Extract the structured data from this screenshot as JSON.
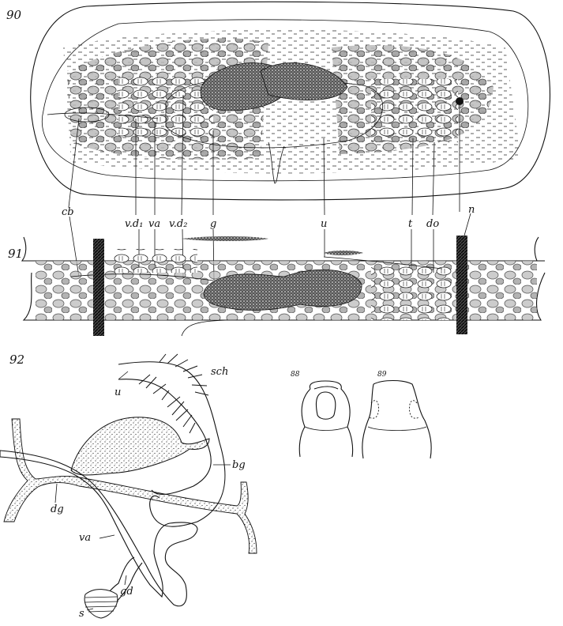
{
  "figures": {
    "fig90": {
      "number": "90",
      "labels": {
        "cb": "cb",
        "vd1": "v.d₁",
        "va": "va",
        "vd2": "v.d₂",
        "g": "g",
        "u": "u",
        "t": "t",
        "do": "do",
        "n": "n"
      }
    },
    "fig91": {
      "number": "91"
    },
    "fig92": {
      "number": "92",
      "labels": {
        "u": "u",
        "sch": "sch",
        "bg": "bg",
        "dg": "dg",
        "va": "va",
        "gd": "gd",
        "s": "s"
      }
    },
    "fig88": {
      "number": "88"
    },
    "fig89": {
      "number": "89"
    }
  },
  "colors": {
    "ink": "#111111",
    "paper": "#ffffff"
  }
}
